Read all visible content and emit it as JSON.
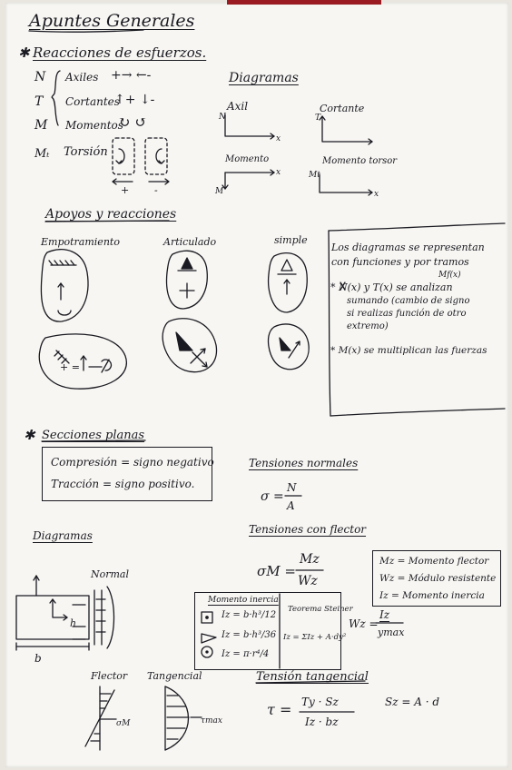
{
  "title": "Apuntes Generales",
  "reacciones": {
    "heading": "Reacciones de esfuerzos.",
    "rows": [
      {
        "symbol": "N",
        "label": "Axiles",
        "signs": "+→   ←-"
      },
      {
        "symbol": "T",
        "label": "Cortantes",
        "signs": "↑+   ↓-"
      },
      {
        "symbol": "M",
        "label": "Momentos",
        "signs": "↻   ↺"
      },
      {
        "symbol": "Mₜ",
        "label": "Torsión",
        "signs": ""
      }
    ],
    "torsion_signs": [
      "+",
      "-"
    ]
  },
  "diagramas_top": {
    "heading": "Diagramas",
    "axil": "Axil",
    "cortante": "Cortante",
    "momento": "Momento",
    "momento_torsor": "Momento torsor",
    "axis_labels": [
      "N",
      "x",
      "T",
      "M",
      "x",
      "Mt",
      "x"
    ]
  },
  "apoyos": {
    "heading": "Apoyos y reacciones",
    "types": [
      "Empotramiento",
      "Articulado",
      "simple"
    ],
    "empot_eq": "+ ="
  },
  "notes": {
    "line1": "Los diagramas se representan",
    "line2": "con funciones y por tramos",
    "mfx": "Mf(x)",
    "line3": "* N(x) y T(x) se analizan",
    "line4": "sumando (cambio de signo",
    "line5": "si realizas función de otro",
    "line6": "extremo)",
    "line7": "* M(x) se multiplican las fuerzas"
  },
  "secciones": {
    "heading": "Secciones planas",
    "compresion": "Compresión = signo negativo",
    "traccion": "Tracción = signo positivo."
  },
  "tensiones_normales": {
    "heading": "Tensiones normales",
    "formula_lhs": "σ =",
    "num": "N",
    "den": "A"
  },
  "tensiones_flector": {
    "heading": "Tensiones con flector",
    "lhs": "σM =",
    "num": "Mz",
    "den": "Wz",
    "defs": [
      "Mz = Momento flector",
      "Wz = Módulo resistente",
      "Iz = Momento inercia"
    ]
  },
  "diagramas_bottom": {
    "heading": "Diagramas",
    "normal": "Normal",
    "flector": "Flector",
    "tangencial": "Tangencial",
    "dims": [
      "b",
      "h"
    ],
    "tmax": "τmax",
    "sigmaM": "σM"
  },
  "inercia_table": {
    "col1": "Momento inercia",
    "col2": "Teorema Steiner",
    "rows": [
      "Iz = b·h³/12",
      "Iz = b·h³/36",
      "Iz = π·r⁴/4"
    ],
    "steiner": "Iz = ΣIz + A·dy²"
  },
  "wz_formula": {
    "lhs": "Wz =",
    "num": "Iz",
    "den": "ymax"
  },
  "tension_tangencial": {
    "heading": "Tensión tangencial",
    "lhs": "τ =",
    "num": "Ty · Sz",
    "den": "Iz · bz",
    "sz": "Sz = A · d"
  }
}
